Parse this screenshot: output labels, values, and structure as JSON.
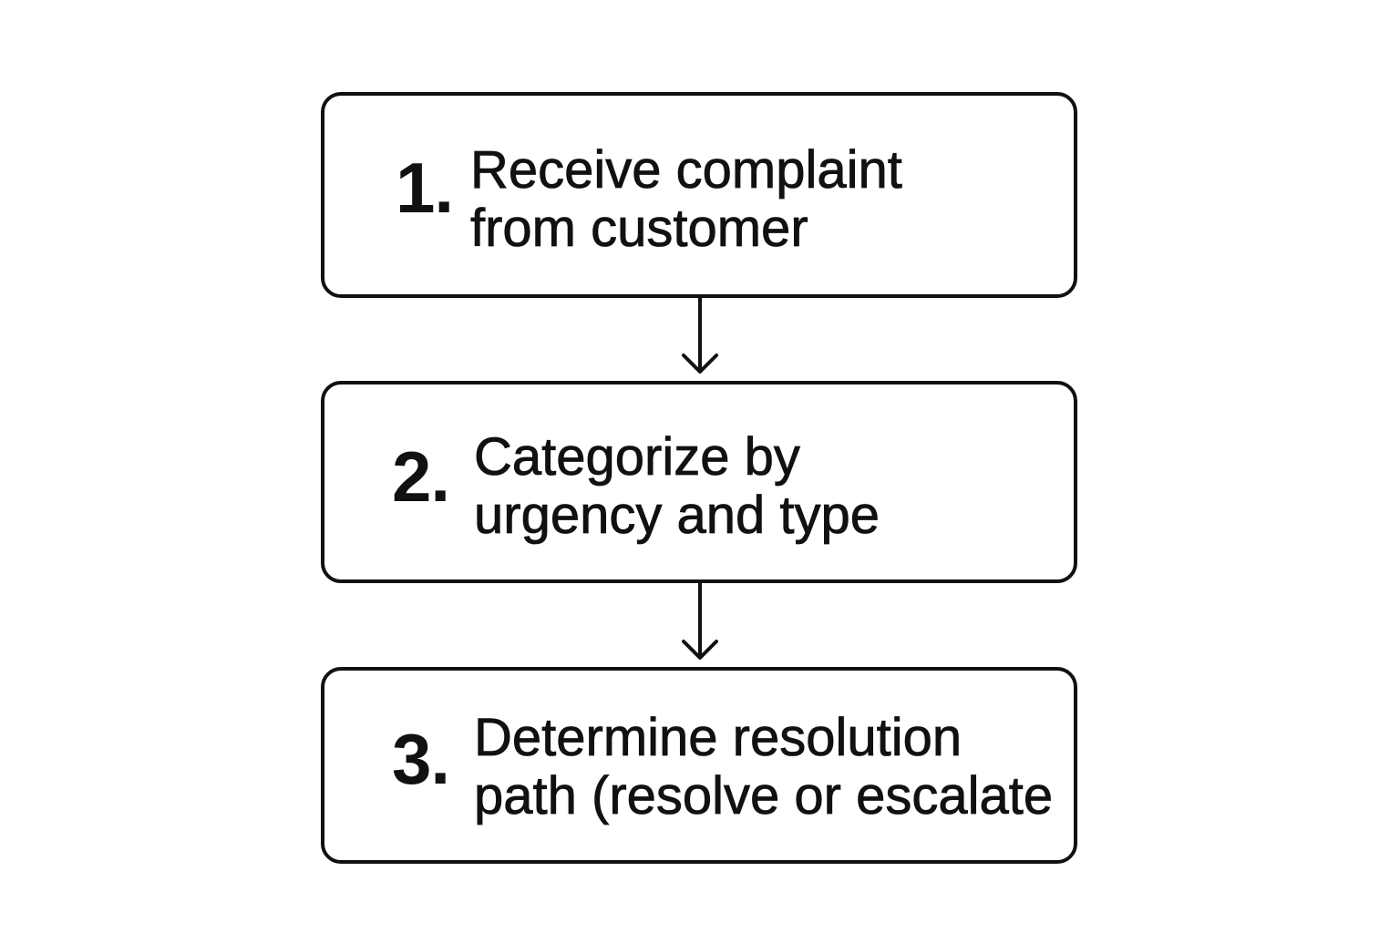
{
  "steps": [
    {
      "number": "1.",
      "line1": "Receive complaint",
      "line2": "from customer"
    },
    {
      "number": "2.",
      "line1": "Categorize by",
      "line2": "urgency and type"
    },
    {
      "number": "3.",
      "line1": "Determine resolution",
      "line2": "path (resolve or escalate"
    }
  ],
  "colors": {
    "stroke": "#111111",
    "background": "#ffffff"
  },
  "icons": {
    "connector": "arrow-down-icon"
  }
}
